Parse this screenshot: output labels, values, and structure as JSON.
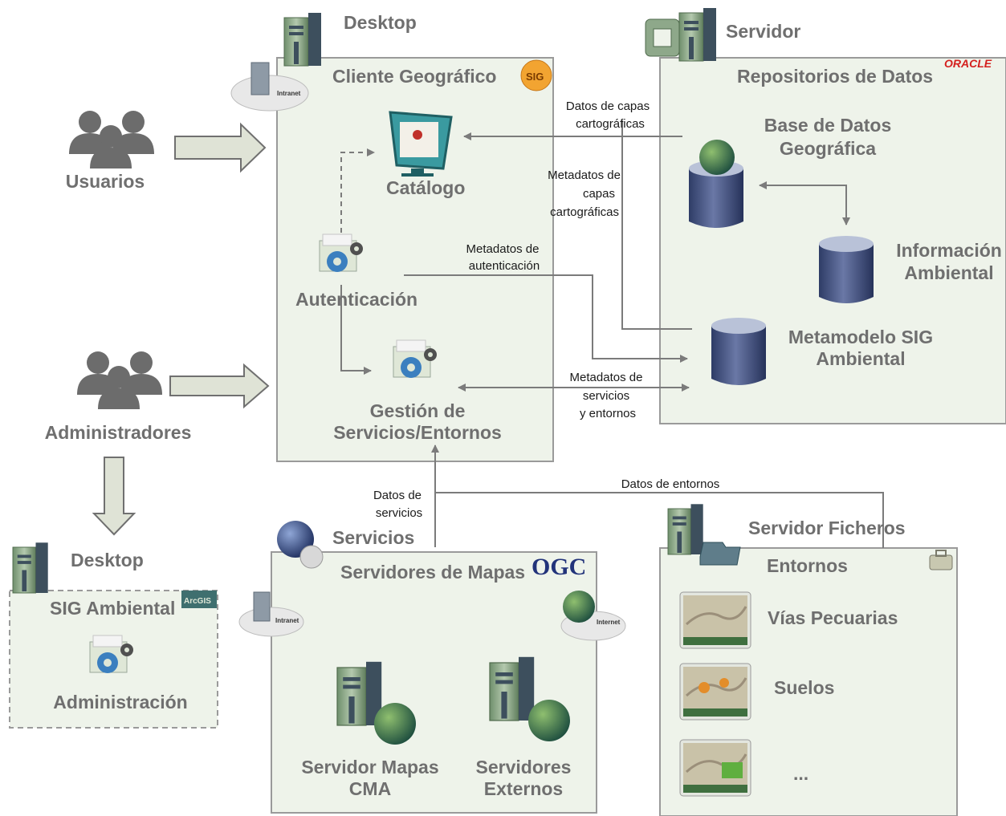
{
  "colors": {
    "panel_fill": "#eef3ea",
    "server_green": "#8ea88a",
    "server_dark": "#3d4f5d",
    "db_blue": "#3f4f7f",
    "globe_green": "#3f7f3f",
    "oracle_red": "#d4201e"
  },
  "desktop_top": {
    "title": "Desktop",
    "intranet_label": "Intranet"
  },
  "client": {
    "title": "Cliente Geográfico",
    "sig_badge": "SIG",
    "catalogo": "Catálogo",
    "autenticacion": "Autenticación",
    "gestion_line1": "Gestión de",
    "gestion_line2": "Servicios/Entornos"
  },
  "servidor": {
    "title": "Servidor",
    "oracle_logo": "ORACLE",
    "repo_title": "Repositorios de Datos",
    "bd_line1": "Base de Datos",
    "bd_line2": "Geográfica",
    "info_line1": "Información",
    "info_line2": "Ambiental",
    "meta_line1": "Metamodelo SIG",
    "meta_line2": "Ambiental"
  },
  "actors": {
    "usuarios": "Usuarios",
    "administradores": "Administradores"
  },
  "flows": {
    "datos_capas_1": "Datos de capas",
    "datos_capas_2": "cartográficas",
    "meta_capas_1": "Metadatos de",
    "meta_capas_2": "capas",
    "meta_capas_3": "cartográficas",
    "meta_auth_1": "Metadatos de",
    "meta_auth_2": "autenticación",
    "meta_serv_1": "Metadatos de",
    "meta_serv_2": "servicios",
    "meta_serv_3": "y entornos",
    "datos_serv_1": "Datos de",
    "datos_serv_2": "servicios",
    "datos_entornos": "Datos de entornos"
  },
  "desktop_bottom": {
    "title": "Desktop",
    "sig_ambiental": "SIG Ambiental",
    "arcgis_logo": "ArcGIS",
    "administracion": "Administración"
  },
  "servicios": {
    "title": "Servicios",
    "panel_title": "Servidores de Mapas",
    "ogc_logo": "OGC",
    "intranet_label": "Intranet",
    "internet_label": "Internet",
    "cma_line1": "Servidor Mapas",
    "cma_line2": "CMA",
    "ext_line1": "Servidores",
    "ext_line2": "Externos"
  },
  "ficheros": {
    "title": "Servidor Ficheros",
    "panel_title": "Entornos",
    "item1": "Vías Pecuarias",
    "item2": "Suelos",
    "item3": "..."
  }
}
